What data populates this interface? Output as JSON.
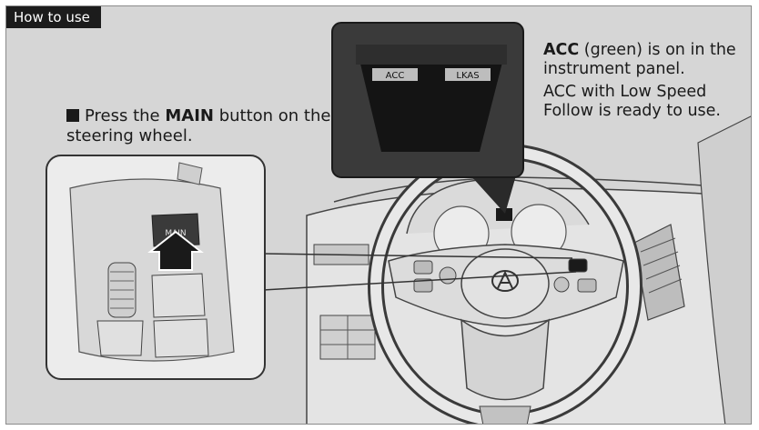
{
  "header": {
    "tag": "How to use"
  },
  "instruction": {
    "before": "Press the ",
    "bold": "MAIN",
    "after": " button on the steering wheel."
  },
  "status": {
    "line1_bold": "ACC",
    "line1_rest": " (green) is on in the instrument panel.",
    "line2": "ACC with Low Speed Follow is ready to use."
  },
  "display": {
    "indicator_left": "ACC",
    "indicator_right": "LKAS"
  },
  "button": {
    "label": "MAIN"
  },
  "colors": {
    "background": "#d6d6d6",
    "tag": "#1c1c1c",
    "display": "#141414"
  }
}
